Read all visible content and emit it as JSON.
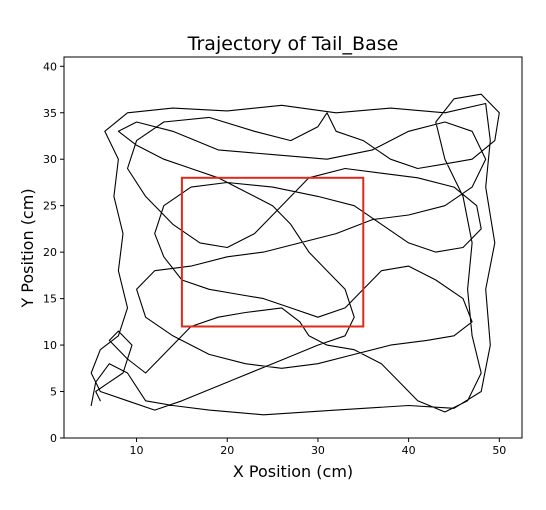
{
  "chart_data": {
    "type": "line",
    "title": "Trajectory of Tail_Base",
    "xlabel": "X Position (cm)",
    "ylabel": "Y Position (cm)",
    "xlim": [
      2,
      52.5
    ],
    "ylim": [
      0,
      41
    ],
    "xticks": [
      "10",
      "20",
      "30",
      "40",
      "50"
    ],
    "yticks": [
      "0",
      "5",
      "10",
      "15",
      "20",
      "25",
      "30",
      "35",
      "40"
    ],
    "grid": false,
    "colors": {
      "trajectory": "#000000",
      "roi": "#e0281b"
    },
    "roi": {
      "x0": 15,
      "y0": 12,
      "x1": 35,
      "y1": 28
    },
    "series": [
      {
        "values": [
          [
            5,
            3.5
          ],
          [
            5.5,
            6
          ],
          [
            7,
            8
          ],
          [
            9,
            7
          ],
          [
            11,
            4
          ],
          [
            14,
            3.5
          ],
          [
            18,
            3
          ],
          [
            24,
            2.5
          ],
          [
            32,
            3
          ],
          [
            40,
            3.5
          ],
          [
            45,
            3.2
          ],
          [
            48,
            5
          ],
          [
            49,
            10
          ],
          [
            48.5,
            16
          ],
          [
            49.5,
            21
          ],
          [
            48.5,
            27
          ],
          [
            49,
            32
          ],
          [
            48.5,
            36
          ],
          [
            44,
            35
          ],
          [
            38,
            35.5
          ],
          [
            32,
            35
          ],
          [
            26,
            35.8
          ],
          [
            20,
            35.2
          ],
          [
            14,
            35.5
          ],
          [
            9,
            35
          ],
          [
            6.5,
            33
          ],
          [
            8,
            30
          ],
          [
            7.5,
            26
          ],
          [
            8.5,
            22
          ],
          [
            8,
            18
          ],
          [
            9,
            14
          ],
          [
            8,
            11
          ],
          [
            6,
            9.5
          ],
          [
            5,
            7
          ],
          [
            6,
            5
          ],
          [
            9,
            4
          ],
          [
            12,
            3
          ],
          [
            15,
            4
          ],
          [
            20,
            6
          ],
          [
            25,
            8
          ],
          [
            30,
            10
          ],
          [
            33,
            11
          ],
          [
            34,
            13
          ],
          [
            33,
            16
          ],
          [
            31,
            18
          ],
          [
            29,
            20
          ],
          [
            27,
            23
          ],
          [
            25,
            25
          ],
          [
            22,
            26.5
          ],
          [
            19,
            28
          ],
          [
            16,
            29
          ],
          [
            13,
            30
          ],
          [
            10,
            31.5
          ],
          [
            8,
            33
          ],
          [
            10,
            34
          ],
          [
            14,
            33
          ],
          [
            19,
            31
          ],
          [
            25,
            30.5
          ],
          [
            31,
            30
          ],
          [
            36,
            31
          ],
          [
            40,
            33
          ],
          [
            44,
            34
          ],
          [
            47,
            33
          ],
          [
            48.5,
            30
          ],
          [
            47,
            27
          ],
          [
            44,
            25
          ],
          [
            40,
            24
          ],
          [
            36,
            23.5
          ],
          [
            32,
            22
          ],
          [
            28,
            21
          ],
          [
            24,
            20
          ],
          [
            20,
            19.5
          ],
          [
            16,
            18.5
          ],
          [
            12,
            18
          ],
          [
            10,
            16
          ],
          [
            11,
            13
          ],
          [
            14,
            11
          ],
          [
            18,
            9
          ],
          [
            22,
            8
          ],
          [
            26,
            7.5
          ],
          [
            30,
            8
          ],
          [
            34,
            9
          ],
          [
            38,
            10
          ],
          [
            42,
            10.5
          ],
          [
            45,
            11
          ],
          [
            47,
            12.5
          ],
          [
            46,
            15
          ],
          [
            43,
            17
          ],
          [
            40,
            18.5
          ],
          [
            37,
            18
          ],
          [
            35,
            16
          ],
          [
            33,
            14
          ],
          [
            30,
            13
          ],
          [
            27,
            14
          ],
          [
            24,
            15
          ],
          [
            21,
            15.5
          ],
          [
            18,
            16
          ],
          [
            15,
            17
          ],
          [
            13,
            19.5
          ],
          [
            12,
            22
          ],
          [
            13,
            25
          ],
          [
            16,
            27
          ],
          [
            20,
            27.5
          ],
          [
            25,
            27
          ],
          [
            30,
            26
          ],
          [
            34,
            25
          ],
          [
            37,
            23
          ],
          [
            40,
            21
          ],
          [
            43,
            20
          ],
          [
            46,
            20.5
          ],
          [
            48,
            22.5
          ],
          [
            47.5,
            25
          ],
          [
            45,
            27
          ],
          [
            41,
            28
          ],
          [
            37,
            28.5
          ],
          [
            33,
            29
          ],
          [
            29,
            28
          ],
          [
            26,
            25
          ],
          [
            23,
            22
          ],
          [
            20,
            20.5
          ],
          [
            17,
            21
          ],
          [
            14,
            23
          ],
          [
            11,
            26
          ],
          [
            9,
            29
          ],
          [
            10,
            32
          ],
          [
            13,
            34
          ],
          [
            18,
            34.5
          ],
          [
            23,
            33
          ],
          [
            27,
            32
          ],
          [
            30,
            33.5
          ],
          [
            31,
            35
          ],
          [
            32,
            33
          ],
          [
            35,
            32
          ],
          [
            38,
            30
          ],
          [
            41,
            29
          ],
          [
            44,
            29.5
          ],
          [
            47,
            30
          ],
          [
            49.5,
            32
          ],
          [
            50,
            35
          ],
          [
            48,
            37
          ],
          [
            45,
            36.5
          ],
          [
            43,
            34
          ],
          [
            44,
            30
          ],
          [
            46,
            26
          ],
          [
            47,
            21
          ],
          [
            46.5,
            16
          ],
          [
            47,
            11
          ],
          [
            48,
            7
          ],
          [
            46.5,
            4
          ],
          [
            44,
            2.8
          ],
          [
            41,
            4
          ],
          [
            39,
            6
          ],
          [
            37,
            8
          ],
          [
            34,
            9.5
          ],
          [
            31,
            10
          ],
          [
            29,
            11
          ],
          [
            28,
            12.5
          ],
          [
            26,
            14
          ],
          [
            22,
            13.5
          ],
          [
            19,
            13
          ],
          [
            16,
            12
          ],
          [
            13,
            9
          ],
          [
            11,
            7
          ],
          [
            9,
            8.5
          ],
          [
            7,
            10.5
          ],
          [
            8,
            11.5
          ],
          [
            9.5,
            10
          ],
          [
            8.5,
            7
          ],
          [
            7,
            6
          ],
          [
            5.5,
            5
          ],
          [
            6,
            4
          ]
        ]
      }
    ]
  }
}
